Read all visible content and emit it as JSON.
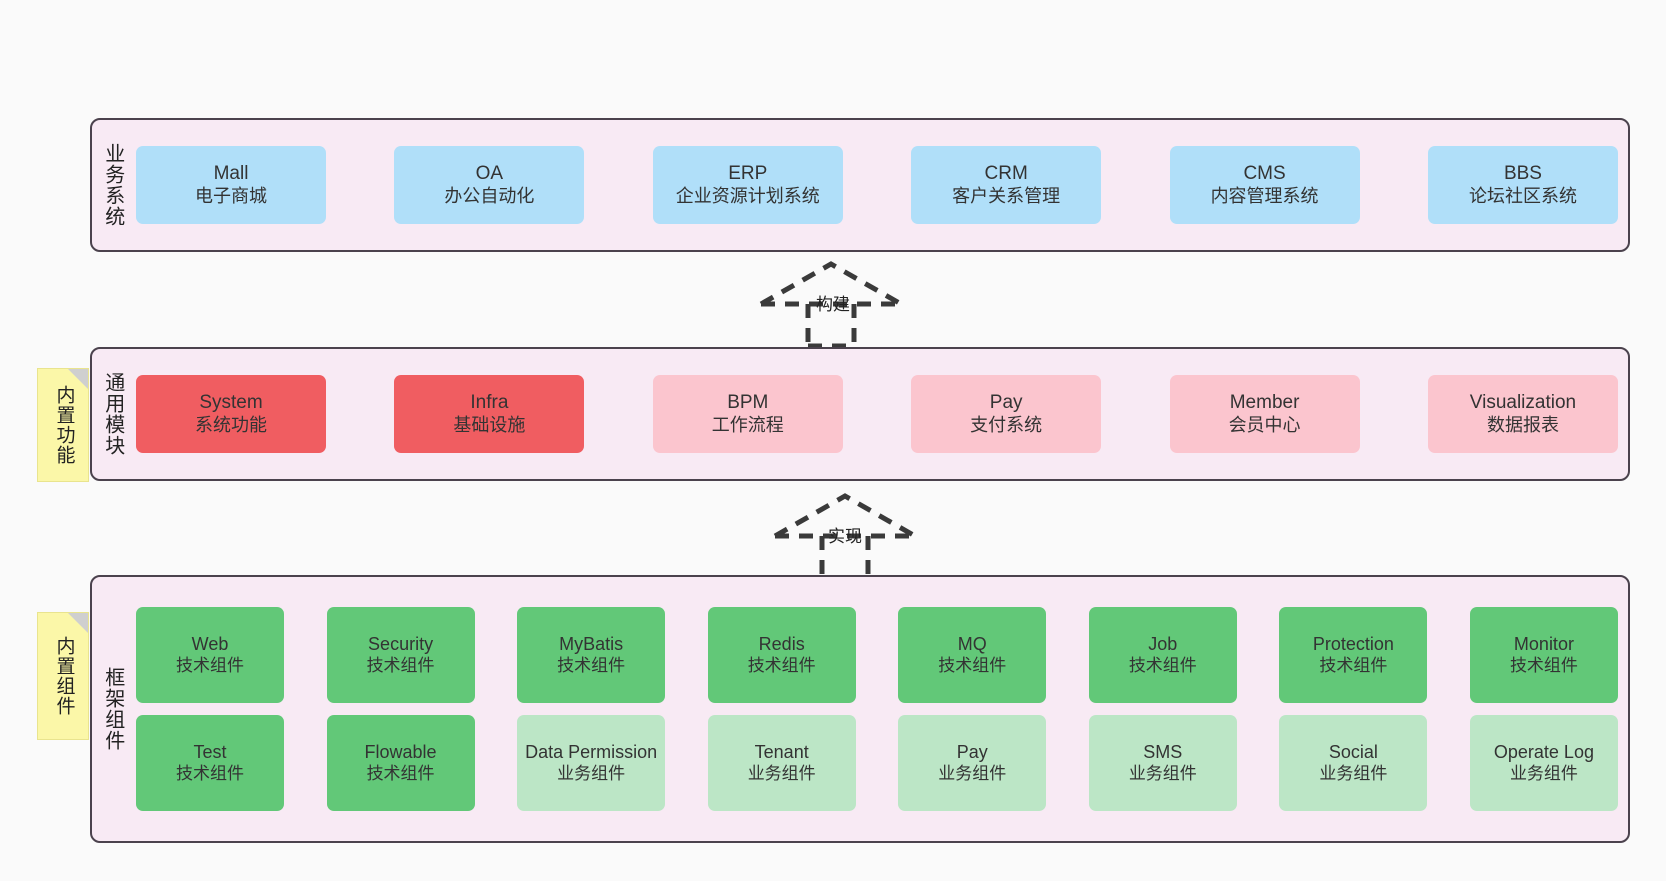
{
  "diagram": {
    "title_semantic": "ruoyi-vue-pro-architecture",
    "background": "#fafafa",
    "colors": {
      "panel_bg": "#f8eaf4",
      "panel_border": "#4b424d",
      "blue": "#b0dff9",
      "red": "#f05d61",
      "pink": "#fbc5ce",
      "green": "#62c878",
      "green_light": "#bce6c6",
      "note_yellow": "#fbf7a8",
      "note_fold": "#cfcfcf",
      "text": "#333333"
    }
  },
  "layers": {
    "business": {
      "label": "业务系统",
      "cards": [
        {
          "name": "Mall",
          "desc": "电子商城",
          "color": "blue"
        },
        {
          "name": "OA",
          "desc": "办公自动化",
          "color": "blue"
        },
        {
          "name": "ERP",
          "desc": "企业资源计划系统",
          "color": "blue"
        },
        {
          "name": "CRM",
          "desc": "客户关系管理",
          "color": "blue"
        },
        {
          "name": "CMS",
          "desc": "内容管理系统",
          "color": "blue"
        },
        {
          "name": "BBS",
          "desc": "论坛社区系统",
          "color": "blue"
        }
      ]
    },
    "common": {
      "label": "通用模块",
      "note": "内置功能",
      "cards": [
        {
          "name": "System",
          "desc": "系统功能",
          "color": "red"
        },
        {
          "name": "Infra",
          "desc": "基础设施",
          "color": "red"
        },
        {
          "name": "BPM",
          "desc": "工作流程",
          "color": "pink"
        },
        {
          "name": "Pay",
          "desc": "支付系统",
          "color": "pink"
        },
        {
          "name": "Member",
          "desc": "会员中心",
          "color": "pink"
        },
        {
          "name": "Visualization",
          "desc": "数据报表",
          "color": "pink"
        }
      ]
    },
    "framework": {
      "label": "框架组件",
      "note": "内置组件",
      "row1": [
        {
          "name": "Web",
          "desc": "技术组件",
          "color": "green"
        },
        {
          "name": "Security",
          "desc": "技术组件",
          "color": "green"
        },
        {
          "name": "MyBatis",
          "desc": "技术组件",
          "color": "green"
        },
        {
          "name": "Redis",
          "desc": "技术组件",
          "color": "green"
        },
        {
          "name": "MQ",
          "desc": "技术组件",
          "color": "green"
        },
        {
          "name": "Job",
          "desc": "技术组件",
          "color": "green"
        },
        {
          "name": "Protection",
          "desc": "技术组件",
          "color": "green"
        },
        {
          "name": "Monitor",
          "desc": "技术组件",
          "color": "green"
        }
      ],
      "row2": [
        {
          "name": "Test",
          "desc": "技术组件",
          "color": "green"
        },
        {
          "name": "Flowable",
          "desc": "技术组件",
          "color": "green"
        },
        {
          "name": "Data Permission",
          "desc": "业务组件",
          "color": "green_light"
        },
        {
          "name": "Tenant",
          "desc": "业务组件",
          "color": "green_light"
        },
        {
          "name": "Pay",
          "desc": "业务组件",
          "color": "green_light"
        },
        {
          "name": "SMS",
          "desc": "业务组件",
          "color": "green_light"
        },
        {
          "name": "Social",
          "desc": "业务组件",
          "color": "green_light"
        },
        {
          "name": "Operate Log",
          "desc": "业务组件",
          "color": "green_light"
        }
      ]
    }
  },
  "arrows": [
    {
      "id": "build",
      "label": "构建",
      "style": "dashed-generalization-up"
    },
    {
      "id": "impl",
      "label": "实现",
      "style": "dashed-generalization-up"
    }
  ]
}
